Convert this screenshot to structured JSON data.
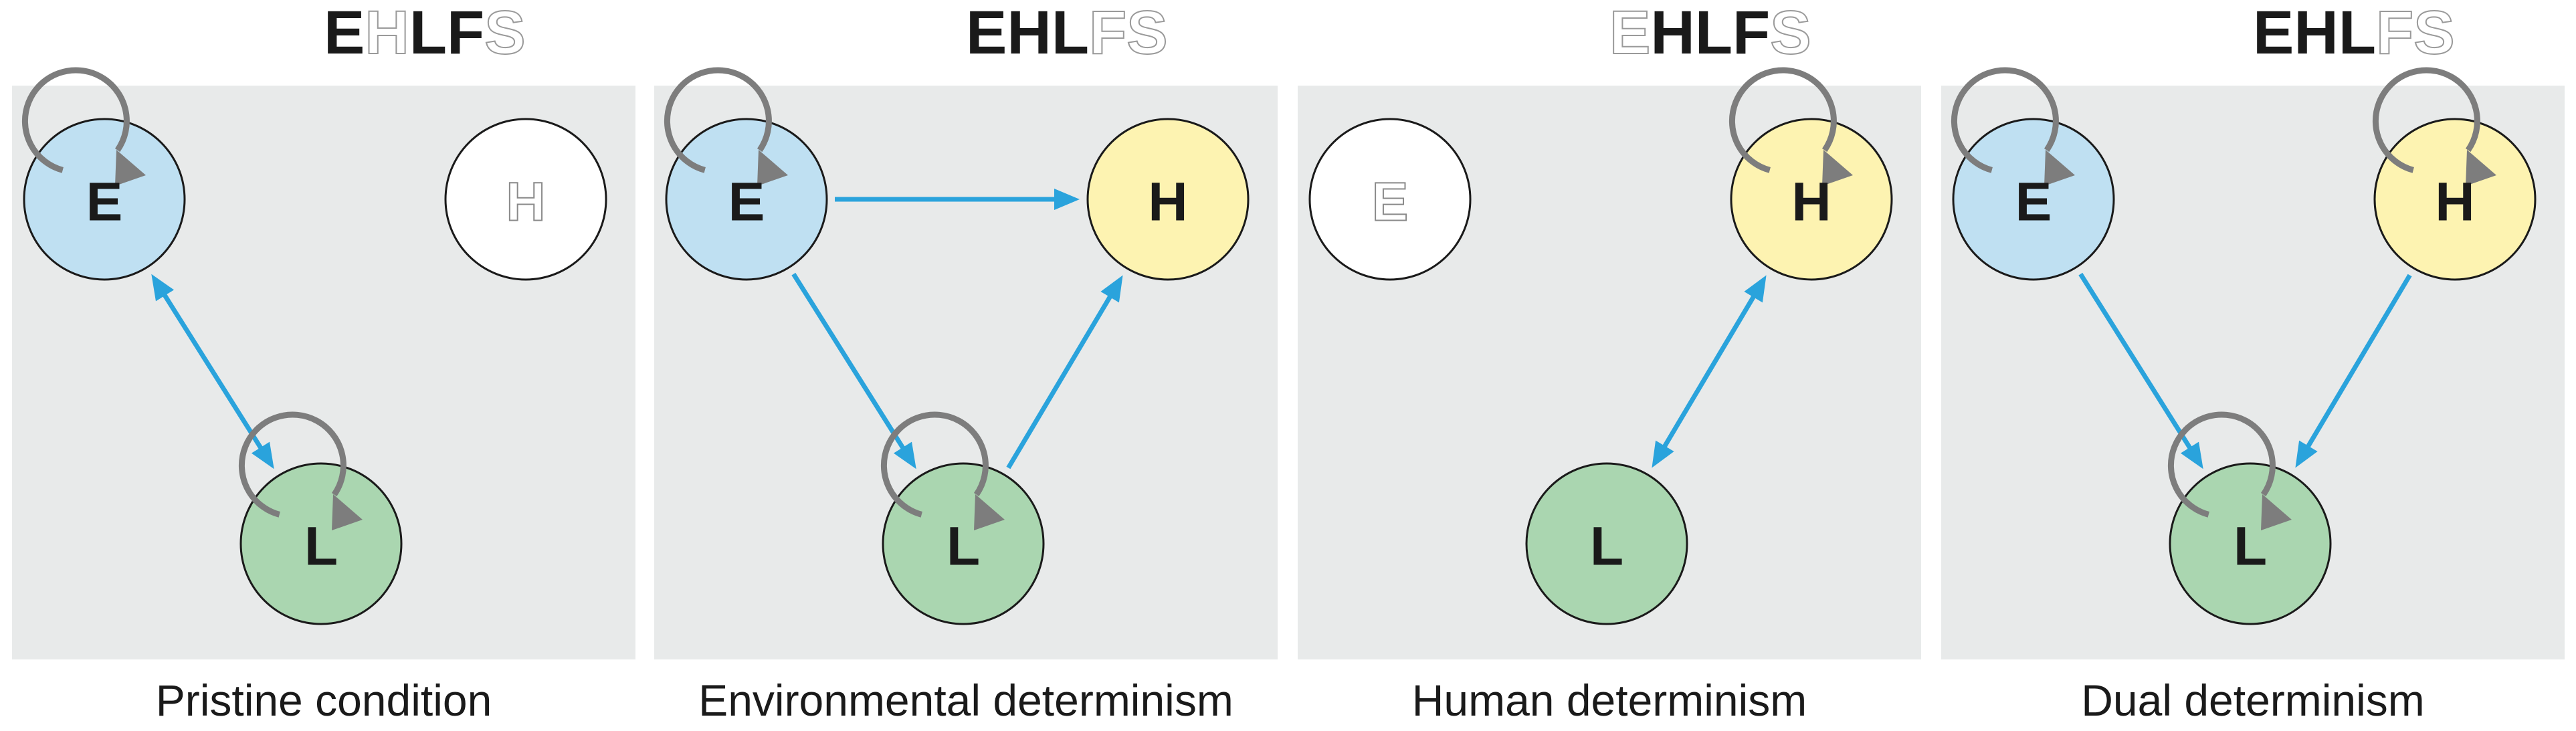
{
  "colors": {
    "panel_background": "#e8eaea",
    "environment_fill": "#bfe0f2",
    "human_fill": "#fdf3b1",
    "land_fill": "#aad6b0",
    "arrow": "#2aa3dc",
    "cycle": "#7d7d7d",
    "letter": "#1a1a1a",
    "outline_text": "#9a9a9a"
  },
  "panels": [
    {
      "id": "pristine",
      "title_letters": [
        {
          "char": "E",
          "active": true
        },
        {
          "char": "H",
          "active": false
        },
        {
          "char": "L",
          "active": true
        },
        {
          "char": "F",
          "active": true
        },
        {
          "char": "S",
          "active": false
        }
      ],
      "caption": "Pristine condition",
      "nodes": [
        {
          "key": "E",
          "label": "E",
          "state": "active",
          "cycle": true
        },
        {
          "key": "H",
          "label": "H",
          "state": "inactive",
          "cycle": false
        },
        {
          "key": "L",
          "label": "L",
          "state": "active",
          "cycle": true
        }
      ],
      "links": [
        {
          "from": "E",
          "to": "L",
          "direction": "both"
        }
      ]
    },
    {
      "id": "environmental",
      "title_letters": [
        {
          "char": "E",
          "active": true
        },
        {
          "char": "H",
          "active": true
        },
        {
          "char": "L",
          "active": true
        },
        {
          "char": "F",
          "active": false
        },
        {
          "char": "S",
          "active": false
        }
      ],
      "caption": "Environmental determinism",
      "nodes": [
        {
          "key": "E",
          "label": "E",
          "state": "active",
          "cycle": true
        },
        {
          "key": "H",
          "label": "H",
          "state": "active",
          "cycle": false
        },
        {
          "key": "L",
          "label": "L",
          "state": "active",
          "cycle": true
        }
      ],
      "links": [
        {
          "from": "E",
          "to": "H",
          "direction": "forward"
        },
        {
          "from": "E",
          "to": "L",
          "direction": "forward"
        },
        {
          "from": "L",
          "to": "H",
          "direction": "forward"
        }
      ]
    },
    {
      "id": "human",
      "title_letters": [
        {
          "char": "E",
          "active": false
        },
        {
          "char": "H",
          "active": true
        },
        {
          "char": "L",
          "active": true
        },
        {
          "char": "F",
          "active": true
        },
        {
          "char": "S",
          "active": false
        }
      ],
      "caption": "Human determinism",
      "nodes": [
        {
          "key": "E",
          "label": "E",
          "state": "inactive",
          "cycle": false
        },
        {
          "key": "H",
          "label": "H",
          "state": "active",
          "cycle": true
        },
        {
          "key": "L",
          "label": "L",
          "state": "active",
          "cycle": false
        }
      ],
      "links": [
        {
          "from": "H",
          "to": "L",
          "direction": "both"
        }
      ]
    },
    {
      "id": "dual",
      "title_letters": [
        {
          "char": "E",
          "active": true
        },
        {
          "char": "H",
          "active": true
        },
        {
          "char": "L",
          "active": true
        },
        {
          "char": "F",
          "active": false
        },
        {
          "char": "S",
          "active": false
        }
      ],
      "caption": "Dual determinism",
      "nodes": [
        {
          "key": "E",
          "label": "E",
          "state": "active",
          "cycle": true
        },
        {
          "key": "H",
          "label": "H",
          "state": "active",
          "cycle": true
        },
        {
          "key": "L",
          "label": "L",
          "state": "active",
          "cycle": true
        }
      ],
      "links": [
        {
          "from": "E",
          "to": "L",
          "direction": "forward"
        },
        {
          "from": "H",
          "to": "L",
          "direction": "forward"
        }
      ]
    }
  ]
}
